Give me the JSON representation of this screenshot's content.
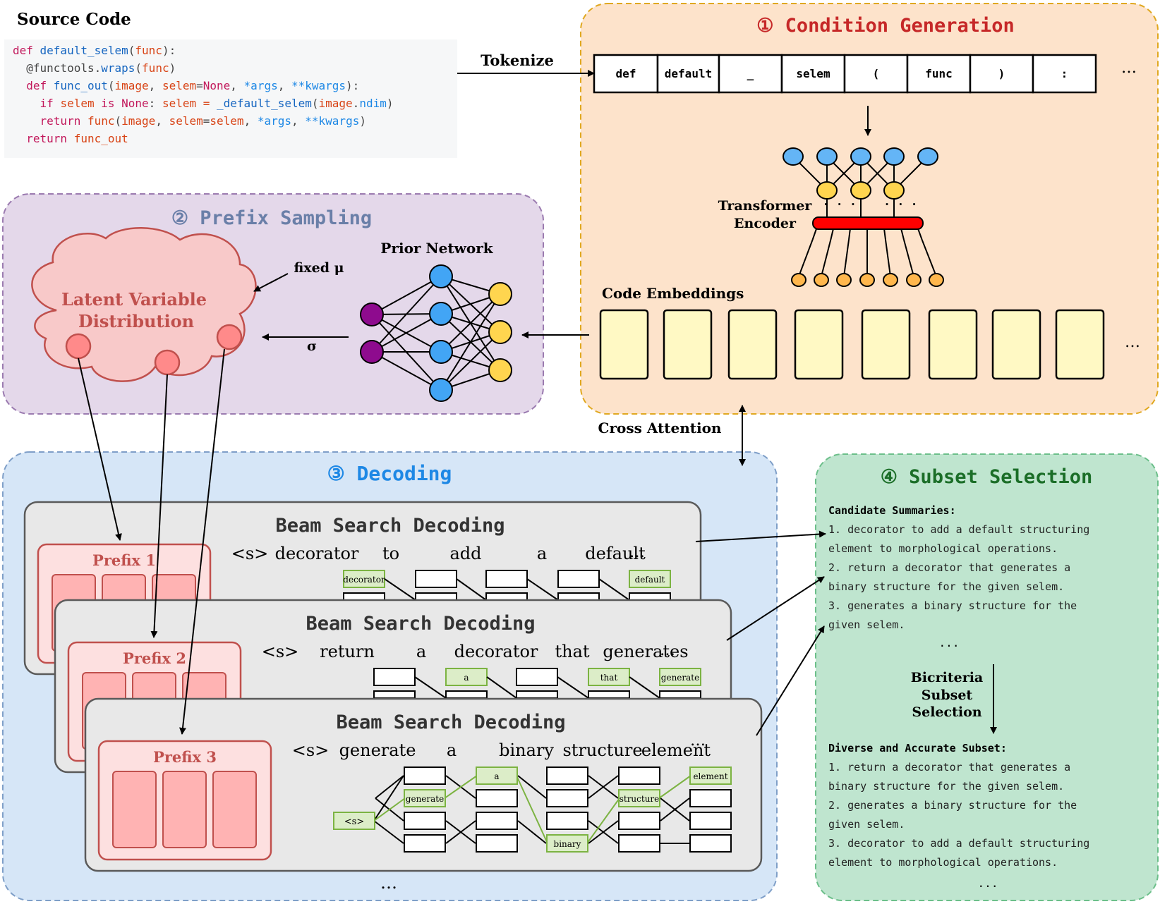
{
  "source_code": {
    "title": "Source Code",
    "lines": [
      [
        [
          "def ",
          "kw"
        ],
        [
          "default_selem",
          "fn"
        ],
        [
          "(",
          ""
        ],
        [
          "func",
          "arg"
        ],
        [
          "):",
          ""
        ]
      ],
      [
        [
          "  @functools.",
          ""
        ],
        [
          "wraps",
          "fn"
        ],
        [
          "(",
          ""
        ],
        [
          "func",
          "arg"
        ],
        [
          ")",
          ""
        ]
      ],
      [
        [
          "  def ",
          "kw"
        ],
        [
          "func_out",
          "fn"
        ],
        [
          "(",
          ""
        ],
        [
          "image",
          "arg"
        ],
        [
          ", ",
          ""
        ],
        [
          "selem",
          "arg"
        ],
        [
          "=",
          ""
        ],
        [
          "None",
          "kw"
        ],
        [
          ", ",
          ""
        ],
        [
          "*args",
          "blu"
        ],
        [
          ", ",
          ""
        ],
        [
          "**kwargs",
          "blu"
        ],
        [
          "):",
          ""
        ]
      ],
      [
        [
          "    if ",
          "kw"
        ],
        [
          "selem ",
          "arg"
        ],
        [
          "is None",
          "kw"
        ],
        [
          ": ",
          ""
        ],
        [
          "selem = ",
          "arg"
        ],
        [
          "_default_selem",
          "fn"
        ],
        [
          "(",
          ""
        ],
        [
          "image",
          "arg"
        ],
        [
          ".",
          ""
        ],
        [
          "ndim",
          "blu"
        ],
        [
          ")",
          ""
        ]
      ],
      [
        [
          "    return ",
          "kw"
        ],
        [
          "func",
          "arg"
        ],
        [
          "(",
          ""
        ],
        [
          "image",
          "arg"
        ],
        [
          ", ",
          ""
        ],
        [
          "selem",
          "arg"
        ],
        [
          "=",
          ""
        ],
        [
          "selem",
          "arg"
        ],
        [
          ", ",
          ""
        ],
        [
          "*args",
          "blu"
        ],
        [
          ", ",
          ""
        ],
        [
          "**kwargs",
          "blu"
        ],
        [
          ")",
          ""
        ]
      ],
      [
        [
          "  return ",
          "kw"
        ],
        [
          "func_out",
          "arg"
        ]
      ]
    ]
  },
  "tokenize_label": "Tokenize",
  "condition": {
    "title": "① Condition Generation",
    "tokens": [
      "def",
      "default",
      "_",
      "selem",
      "(",
      "func",
      ")",
      ":"
    ],
    "ellipsis": "…",
    "encoder_label_1": "Transformer",
    "encoder_label_2": "Encoder",
    "encoder_dots": "· · ·    · · ·",
    "embeddings_label": "Code Embeddings"
  },
  "prefix_sampling": {
    "title": "② Prefix Sampling",
    "cloud_label_1": "Latent Variable",
    "cloud_label_2": "Distribution",
    "prior_label": "Prior Network",
    "mu_label": "fixed μ",
    "sigma_label": "σ"
  },
  "cross_attention_label": "Cross Attention",
  "decoding": {
    "title": "③ Decoding",
    "ellipsis": "…",
    "panels": [
      {
        "title": "Beam Search Decoding",
        "prefix": "Prefix 1",
        "words": [
          "<s>",
          "decorator",
          "to",
          "add",
          "a",
          "default"
        ],
        "beam_tokens": [
          "decorator",
          "default"
        ]
      },
      {
        "title": "Beam Search Decoding",
        "prefix": "Prefix 2",
        "words": [
          "<s>",
          "return",
          "a",
          "decorator",
          "that",
          "generates"
        ],
        "beam_tokens": [
          "a",
          "that",
          "generate"
        ]
      },
      {
        "title": "Beam Search Decoding",
        "prefix": "Prefix 3",
        "words": [
          "<s>",
          "generate",
          "a",
          "binary",
          "structure",
          "element"
        ],
        "beam_tokens": [
          "<s>",
          "generate",
          "a",
          "binary",
          "structure",
          "element"
        ]
      }
    ]
  },
  "subset": {
    "title": "④ Subset Selection",
    "candidates_header": "Candidate Summaries:",
    "candidates": [
      "1. decorator to add a default structuring",
      "element to morphological operations.",
      "2. return a decorator that generates a",
      "binary structure for the given selem.",
      "3. generates a binary structure for the",
      "given selem."
    ],
    "ellipsis": "...",
    "bicriteria_1": "Bicriteria",
    "bicriteria_2": "Subset",
    "bicriteria_3": "Selection",
    "result_header": "Diverse and Accurate Subset:",
    "results": [
      "1. return a decorator that generates a",
      "binary structure for the given selem.",
      "2. generates a binary structure for the",
      "given selem.",
      "3. decorator to add a default structuring",
      "element to morphological operations."
    ]
  },
  "colors": {
    "condition_bg": "#fde3cb",
    "condition_border": "#e0a820",
    "prefix_bg": "#e4d8ea",
    "prefix_border": "#9b7bb0",
    "decoding_bg": "#d6e6f7",
    "decoding_border": "#7f9fc8",
    "subset_bg": "#bfe5cf",
    "subset_border": "#6cbf8a",
    "title_red": "#c62828",
    "title_blue": "#1e88e5",
    "title_green": "#1b6e28",
    "title_purple": "#6a7fa8",
    "node_blue": "#64b5f6",
    "node_yellow": "#ffd54f",
    "node_orange": "#ffb74d",
    "node_purple": "#8e0b8e",
    "embedding": "#fff9c4",
    "beam_green": "#dcedc8"
  }
}
